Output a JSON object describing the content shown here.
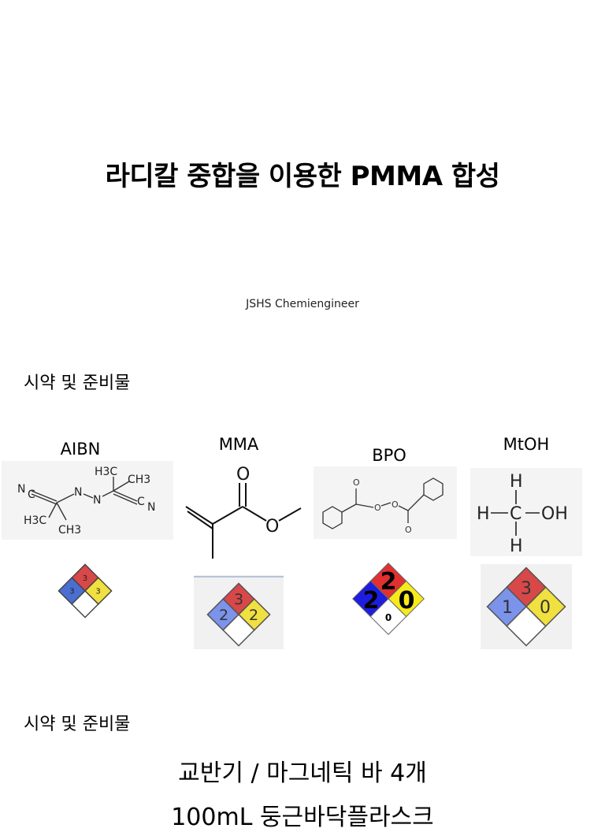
{
  "slide1": {
    "title": "라디칼 중합을 이용한 PMMA 합성",
    "subtitle": "JSHS Chemiengineer"
  },
  "slide2": {
    "heading": "시약 및 준비물",
    "chemicals": [
      {
        "name": "AIBN",
        "nfpa": {
          "health": "3",
          "flammability": "3",
          "instability": "3",
          "special": ""
        }
      },
      {
        "name": "MMA",
        "nfpa": {
          "health": "2",
          "flammability": "3",
          "instability": "2",
          "special": ""
        }
      },
      {
        "name": "BPO",
        "nfpa": {
          "health": "2",
          "flammability": "2",
          "instability": "0",
          "special": "0"
        }
      },
      {
        "name": "MtOH",
        "nfpa": {
          "health": "1",
          "flammability": "3",
          "instability": "0",
          "special": ""
        }
      }
    ],
    "structure_labels": {
      "aibn": [
        "N",
        "C",
        "N",
        "N",
        "C",
        "N",
        "H3C",
        "CH3",
        "H3C",
        "CH3"
      ],
      "mma": [
        "O",
        "O"
      ],
      "bpo": [
        "O",
        "O",
        "O",
        "O"
      ],
      "mtoh": [
        "H",
        "H",
        "C",
        "OH",
        "H"
      ]
    }
  },
  "slide3": {
    "heading": "시약 및 준비물",
    "items": [
      "교반기 / 마그네틱 바 4개",
      "100mL 둥근바닥플라스크"
    ]
  },
  "colors": {
    "health": "#4a6fd1",
    "flammability": "#d84848",
    "instability": "#f0e040",
    "special": "#ffffff"
  }
}
